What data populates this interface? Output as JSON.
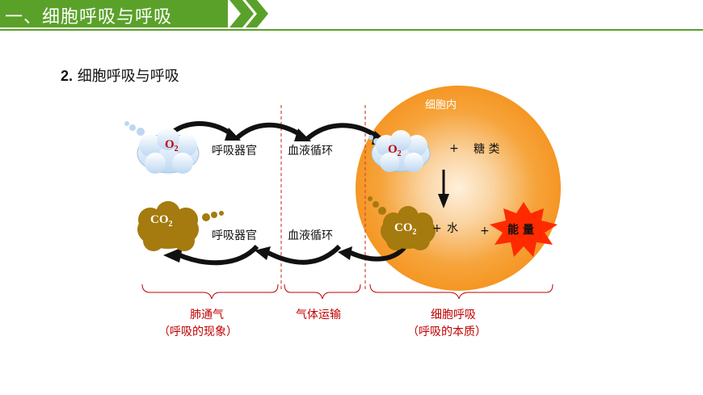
{
  "header": {
    "title": "一、细胞呼吸与呼吸"
  },
  "section": {
    "number": "2.",
    "title": "细胞呼吸与呼吸"
  },
  "diagram": {
    "cell_label": "细胞内",
    "o2_left": "O",
    "o2_left_sub": "2",
    "o2_cell": "O",
    "o2_cell_sub": "2",
    "co2_left": "CO",
    "co2_left_sub": "2",
    "co2_cell": "CO",
    "co2_cell_sub": "2",
    "organ_top": "呼吸器官",
    "blood_top": "血液循环",
    "organ_bottom": "呼吸器官",
    "blood_bottom": "血液循环",
    "plus_sugar": "+",
    "sugar": "糖 类",
    "plus_water": "+",
    "water": "水",
    "plus_energy": "+",
    "energy": "能 量",
    "stage1_name": "肺通气",
    "stage1_note": "（呼吸的现象）",
    "stage2_name": "气体运输",
    "stage3_name": "细胞呼吸",
    "stage3_note": "（呼吸的本质）"
  },
  "colors": {
    "header_green": "#5aa12a",
    "cloud_blue": "#cfe3f7",
    "cloud_brown": "#a57a0e",
    "cell_orange": "#f6a43b",
    "burst_red": "#ff2a00",
    "label_red": "#c00000",
    "divider_red": "#d24a3a"
  }
}
